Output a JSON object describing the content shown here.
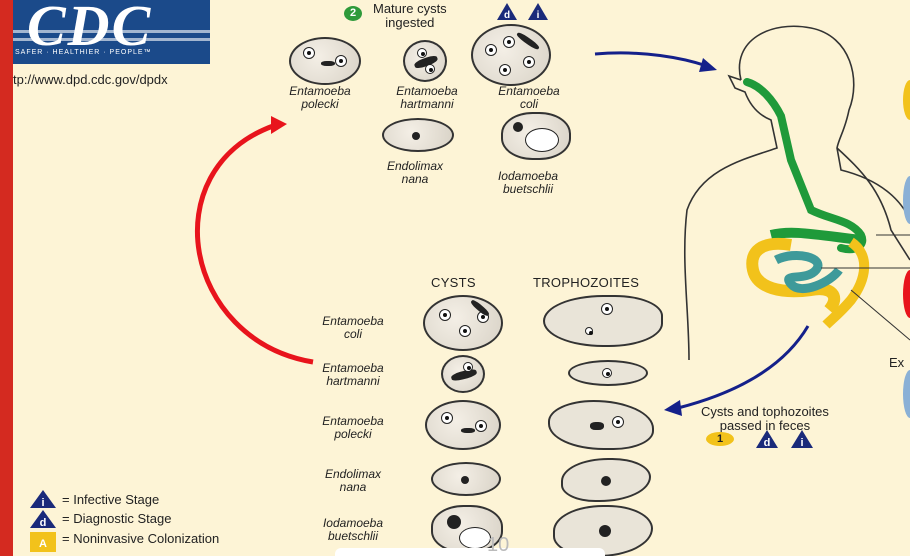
{
  "logo": {
    "text": "CDC",
    "tagline": "SAFER · HEALTHIER · PEOPLE™",
    "url": "tp://www.dpd.cdc.gov/dpdx"
  },
  "top_stage": {
    "number": "2",
    "caption": "Mature cysts\ningested",
    "badge_d": "d",
    "badge_i": "i"
  },
  "top_species": {
    "polecki": "Entamoeba\npolecki",
    "hartmanni": "Entamoeba\nhartmanni",
    "coli": "Entamoeba\ncoli",
    "endolimax": "Endolimax\nnana",
    "iodamoeba": "Iodamoeba\nbuetschlii"
  },
  "table": {
    "col_cysts": "CYSTS",
    "col_trophozoites": "TROPHOZOITES",
    "rows": [
      "Entamoeba\ncoli",
      "Entamoeba\nhartmanni",
      "Entamoeba\npolecki",
      "Endolimax\nnana",
      "Iodamoeba\nbuetschlii"
    ]
  },
  "bottom_stage": {
    "caption": "Cysts and tophozoites\npassed in feces",
    "number": "1",
    "badge_d": "d",
    "badge_i": "i"
  },
  "right_cut": {
    "ex": "Ex"
  },
  "legend": {
    "infective": "= Infective Stage",
    "diagnostic": "= Diagnostic Stage",
    "noninvasive": "= Noninvasive Colonization",
    "sym_i": "i",
    "sym_d": "d",
    "sym_a": "A"
  },
  "page_number": "10",
  "colors": {
    "frame": "#d42a20",
    "background": "#fdf4d6",
    "red_arrow": "#e8141c",
    "blue_arrow": "#14208a",
    "gut_green": "#1f9a3a",
    "colon_yellow": "#f2c21b",
    "intestine_teal": "#3e9a9a",
    "badge_navy": "#1a2a7a",
    "stage_green": "#2e9a3a",
    "stage_yellow": "#f2c21b"
  }
}
